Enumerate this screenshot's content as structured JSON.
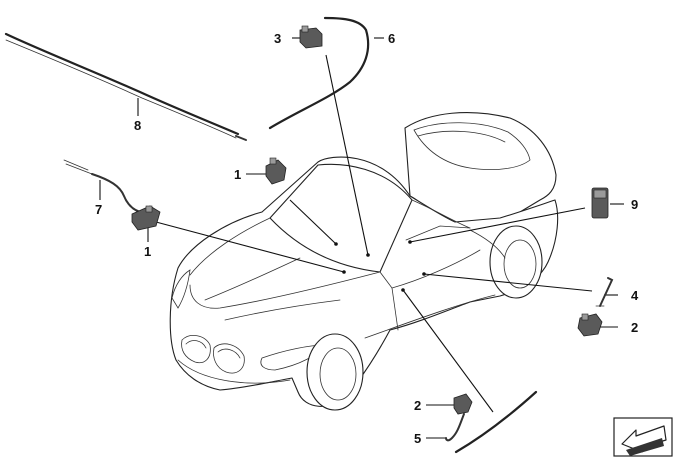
{
  "callouts": [
    {
      "id": "c1a",
      "label": "1"
    },
    {
      "id": "c1b",
      "label": "1"
    },
    {
      "id": "c2a",
      "label": "2"
    },
    {
      "id": "c2b",
      "label": "2"
    },
    {
      "id": "c3",
      "label": "3"
    },
    {
      "id": "c4",
      "label": "4"
    },
    {
      "id": "c5",
      "label": "5"
    },
    {
      "id": "c6",
      "label": "6"
    },
    {
      "id": "c7",
      "label": "7"
    },
    {
      "id": "c8",
      "label": "8"
    },
    {
      "id": "c9",
      "label": "9"
    }
  ],
  "icons": {
    "navigation": "arrow-box-icon"
  }
}
